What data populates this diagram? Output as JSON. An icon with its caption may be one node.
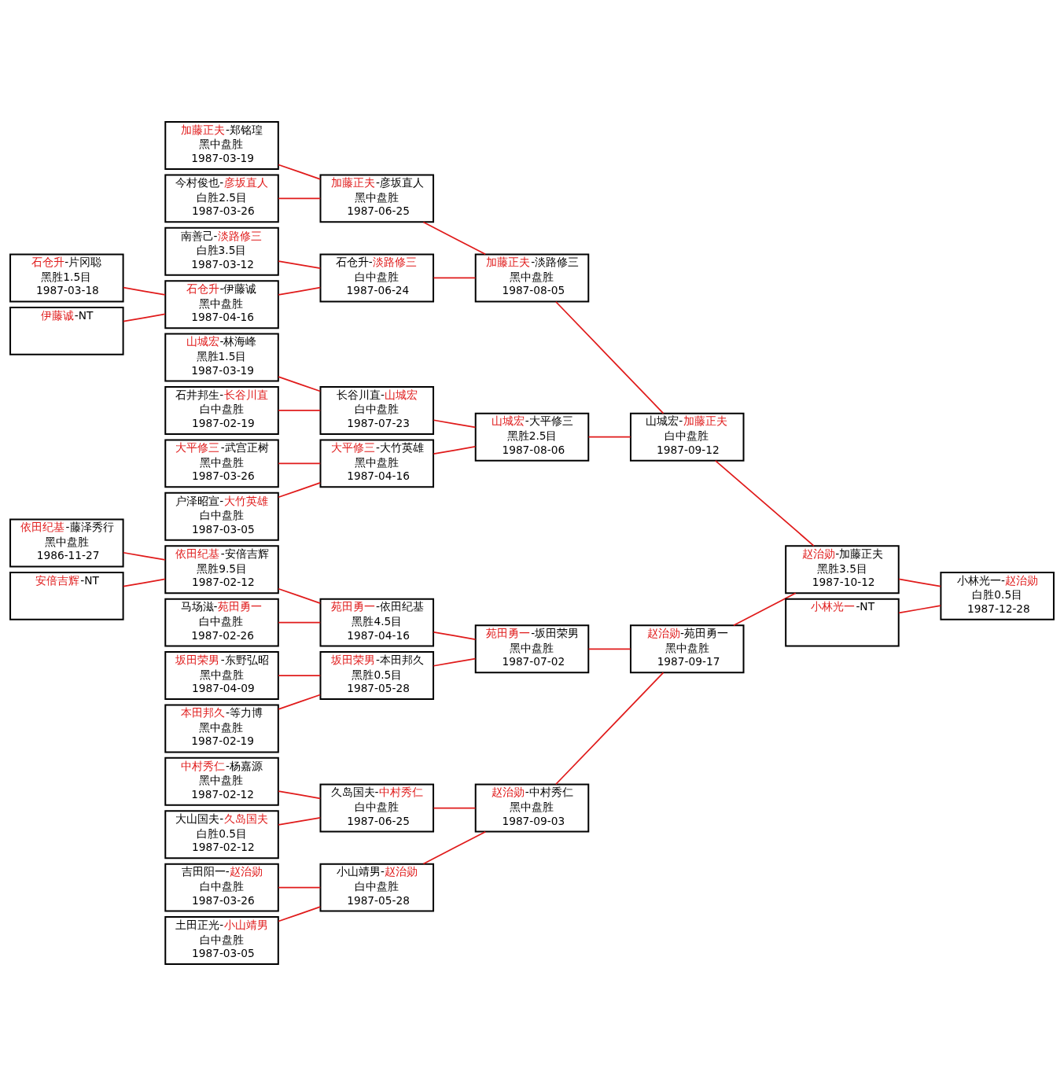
{
  "diagram": {
    "nodes": [
      {
        "text": [
          "依田纪基-藤泽秀行",
          "黑中盘胜",
          "1986-11-27"
        ]
      },
      {
        "text": [
          "安倍吉辉-NT"
        ]
      },
      {
        "text": [
          "石仓升-片冈聪",
          "黑胜1.5目",
          "1987-03-18"
        ]
      },
      {
        "text": [
          "伊藤诚-NT"
        ]
      },
      {
        "text": [
          "吉田阳一-赵治勋",
          "白中盘胜",
          "1987-03-26"
        ]
      },
      {
        "text": [
          "土田正光-小山靖男",
          "白中盘胜",
          "1987-03-05"
        ]
      },
      {
        "text": [
          "中村秀仁-杨嘉源",
          "黑中盘胜",
          "1987-02-12"
        ]
      },
      {
        "text": [
          "大山国夫-久岛国夫",
          "白胜0.5目",
          "1987-02-12"
        ]
      },
      {
        "text": [
          "马场滋-苑田勇一",
          "白中盘胜",
          "1987-02-26"
        ]
      },
      {
        "text": [
          "依田纪基-安倍吉辉",
          "黑胜9.5目",
          "1987-02-12"
        ]
      },
      {
        "text": [
          "坂田荣男-东野弘昭",
          "黑中盘胜",
          "1987-04-09"
        ]
      },
      {
        "text": [
          "本田邦久-等力博",
          "黑中盘胜",
          "1987-02-19"
        ]
      },
      {
        "text": [
          "加藤正夫-郑铭瑝",
          "黑中盘胜",
          "1987-03-19"
        ]
      },
      {
        "text": [
          "今村俊也-彦坂直人",
          "白胜2.5目",
          "1987-03-26"
        ]
      },
      {
        "text": [
          "南善己-淡路修三",
          "白胜3.5目",
          "1987-03-12"
        ]
      },
      {
        "text": [
          "石仓升-伊藤诚",
          "黑中盘胜",
          "1987-04-16"
        ]
      },
      {
        "text": [
          "山城宏-林海峰",
          "黑胜1.5目",
          "1987-03-19"
        ]
      },
      {
        "text": [
          "石井邦生-长谷川直",
          "白中盘胜",
          "1987-02-19"
        ]
      },
      {
        "text": [
          "大平修三-武宫正树",
          "黑中盘胜",
          "1987-03-26"
        ]
      },
      {
        "text": [
          "户泽昭宣-大竹英雄",
          "白中盘胜",
          "1987-03-05"
        ]
      },
      {
        "text": [
          "小山靖男-赵治勋",
          "白中盘胜",
          "1987-05-28"
        ]
      },
      {
        "text": [
          "久岛国夫-中村秀仁",
          "白中盘胜",
          "1987-06-25"
        ]
      },
      {
        "text": [
          "苑田勇一-依田纪基",
          "黑胜4.5目",
          "1987-04-16"
        ]
      },
      {
        "text": [
          "坂田荣男-本田邦久",
          "黑胜0.5目",
          "1987-05-28"
        ]
      },
      {
        "text": [
          "加藤正夫-彦坂直人",
          "黑中盘胜",
          "1987-06-25"
        ]
      },
      {
        "text": [
          "石仓升-淡路修三",
          "白中盘胜",
          "1987-06-24"
        ]
      },
      {
        "text": [
          "长谷川直-山城宏",
          "白中盘胜",
          "1987-07-23"
        ]
      },
      {
        "text": [
          "大平修三-大竹英雄",
          "黑中盘胜",
          "1987-04-16"
        ]
      },
      {
        "text": [
          "赵治勋-中村秀仁",
          "黑中盘胜",
          "1987-09-03"
        ]
      },
      {
        "text": [
          "苑田勇一-坂田荣男",
          "黑中盘胜",
          "1987-07-02"
        ]
      },
      {
        "text": [
          "加藤正夫-淡路修三",
          "黑中盘胜",
          "1987-08-05"
        ]
      },
      {
        "text": [
          "山城宏-大平修三",
          "黑胜2.5目",
          "1987-08-06"
        ]
      },
      {
        "text": [
          "赵治勋-苑田勇一",
          "黑中盘胜",
          "1987-09-17"
        ]
      },
      {
        "text": [
          "山城宏-加藤正夫",
          "白中盘胜",
          "1987-09-12"
        ]
      },
      {
        "text": [
          "赵治勋-加藤正夫",
          "黑胜3.5目",
          "1987-10-12"
        ]
      },
      {
        "text": [
          "小林光一-NT"
        ]
      },
      {
        "text": [
          "小林光一-赵治勋",
          "白胜0.5目",
          "1987-12-28"
        ]
      }
    ],
    "edges": [
      {
        "from": 0,
        "to": 9,
        "arrow": "none"
      },
      {
        "from": 1,
        "to": 9,
        "arrow": "none"
      },
      {
        "from": 2,
        "to": 15,
        "arrow": "none"
      },
      {
        "from": 3,
        "to": 15,
        "arrow": "none"
      },
      {
        "from": 4,
        "to": 20,
        "arrow": "none"
      },
      {
        "from": 5,
        "to": 20,
        "arrow": "none"
      },
      {
        "from": 6,
        "to": 21,
        "arrow": "none"
      },
      {
        "from": 7,
        "to": 21,
        "arrow": "none"
      },
      {
        "from": 8,
        "to": 22,
        "arrow": "none"
      },
      {
        "from": 9,
        "to": 22,
        "arrow": "none"
      },
      {
        "from": 10,
        "to": 23,
        "arrow": "none"
      },
      {
        "from": 11,
        "to": 23,
        "arrow": "none"
      },
      {
        "from": 12,
        "to": 24,
        "arrow": "none"
      },
      {
        "from": 13,
        "to": 24,
        "arrow": "none"
      },
      {
        "from": 14,
        "to": 25,
        "arrow": "none"
      },
      {
        "from": 15,
        "to": 25,
        "arrow": "none"
      },
      {
        "from": 16,
        "to": 26,
        "arrow": "none"
      },
      {
        "from": 17,
        "to": 26,
        "arrow": "none"
      },
      {
        "from": 18,
        "to": 27,
        "arrow": "none"
      },
      {
        "from": 19,
        "to": 27,
        "arrow": "none"
      },
      {
        "from": 20,
        "to": 28,
        "arrow": "none"
      },
      {
        "from": 21,
        "to": 28,
        "arrow": "none"
      },
      {
        "from": 22,
        "to": 29,
        "arrow": "none"
      },
      {
        "from": 23,
        "to": 29,
        "arrow": "none"
      },
      {
        "from": 24,
        "to": 30,
        "arrow": "none"
      },
      {
        "from": 25,
        "to": 30,
        "arrow": "none"
      },
      {
        "from": 26,
        "to": 31,
        "arrow": "none"
      },
      {
        "from": 27,
        "to": 31,
        "arrow": "none"
      },
      {
        "from": 28,
        "to": 32,
        "arrow": "none"
      },
      {
        "from": 29,
        "to": 32,
        "arrow": "none"
      },
      {
        "from": 30,
        "to": 33,
        "arrow": "none"
      },
      {
        "from": 31,
        "to": 33,
        "arrow": "none"
      },
      {
        "from": 32,
        "to": 34,
        "arrow": "none"
      },
      {
        "from": 33,
        "to": 34,
        "arrow": "none"
      },
      {
        "from": 34,
        "to": 36,
        "arrow": "none"
      },
      {
        "from": 35,
        "to": 36,
        "arrow": "none"
      }
    ]
  }
}
